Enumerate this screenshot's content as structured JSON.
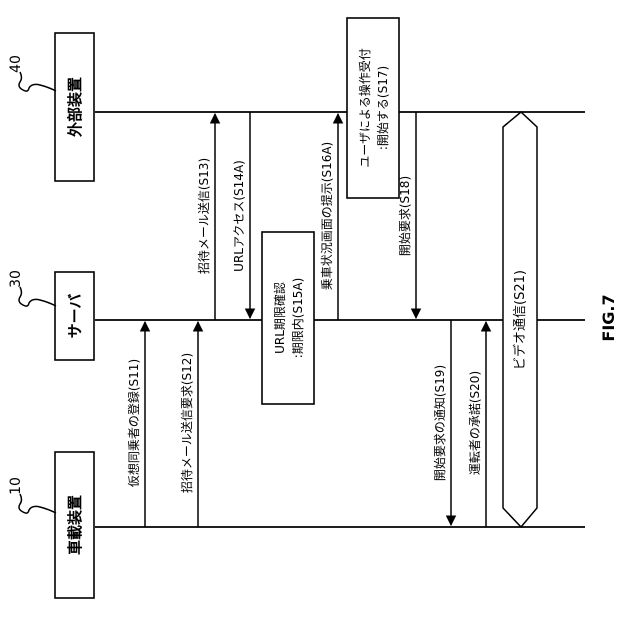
{
  "figure_label": "FIG.7",
  "lifelines": [
    {
      "ref": "40",
      "name": "外部装置"
    },
    {
      "ref": "30",
      "name": "サーバ"
    },
    {
      "ref": "10",
      "name": "車載装置"
    }
  ],
  "notes": {
    "s15a_line1": "URL期限確認",
    "s15a_line2": ":期限内(S15A)",
    "s17_line1": "ユーザによる操作受付",
    "s17_line2": ":開始する(S17)"
  },
  "messages": {
    "s11": "仮想同乗者の登録(S11)",
    "s12": "招待メール送信要求(S12)",
    "s13": "招待メール送信(S13)",
    "s14a": "URLアクセス(S14A)",
    "s16a": "乗車状況画面の提示(S16A)",
    "s18": "開始要求(S18)",
    "s19": "開始要求の通知(S19)",
    "s20": "運転者の承諾(S20)",
    "s21": "ビデオ通信(S21)"
  }
}
